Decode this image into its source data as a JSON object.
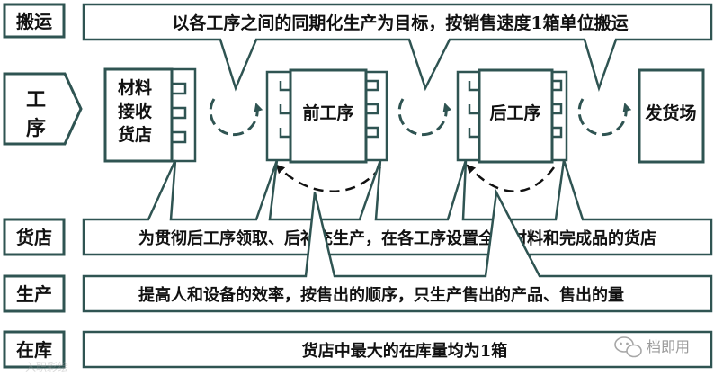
{
  "colors": {
    "box_stroke": "#2f5452",
    "fill": "#ffffff",
    "text": "#111111",
    "arrow": "#111111",
    "loop": "#2f5452"
  },
  "rows": {
    "transport": {
      "label": "搬运",
      "text": "以各工序之间的同期化生产为目标，按销售速度1箱单位搬运"
    },
    "process": {
      "label": "工序"
    },
    "store": {
      "label": "货店",
      "text": "为贯彻后工序领取、后补充生产，在各工序设置全部材料和完成品的货店"
    },
    "production": {
      "label": "生产",
      "text": "提高人和设备的效率，按售出的顺序，只生产售出的产品、售出的量"
    },
    "inventory": {
      "label": "在库",
      "text": "货店中最大的在库量均为1箱"
    }
  },
  "process_flow": {
    "material_store": [
      "材料",
      "接收",
      "货店"
    ],
    "front_process": "前工序",
    "rear_process": "后工序",
    "shipping": "发货场"
  },
  "watermarks": {
    "brand": "档即用",
    "brand_icon": "wechat-icon",
    "faded_corner": "入职彩绘"
  }
}
